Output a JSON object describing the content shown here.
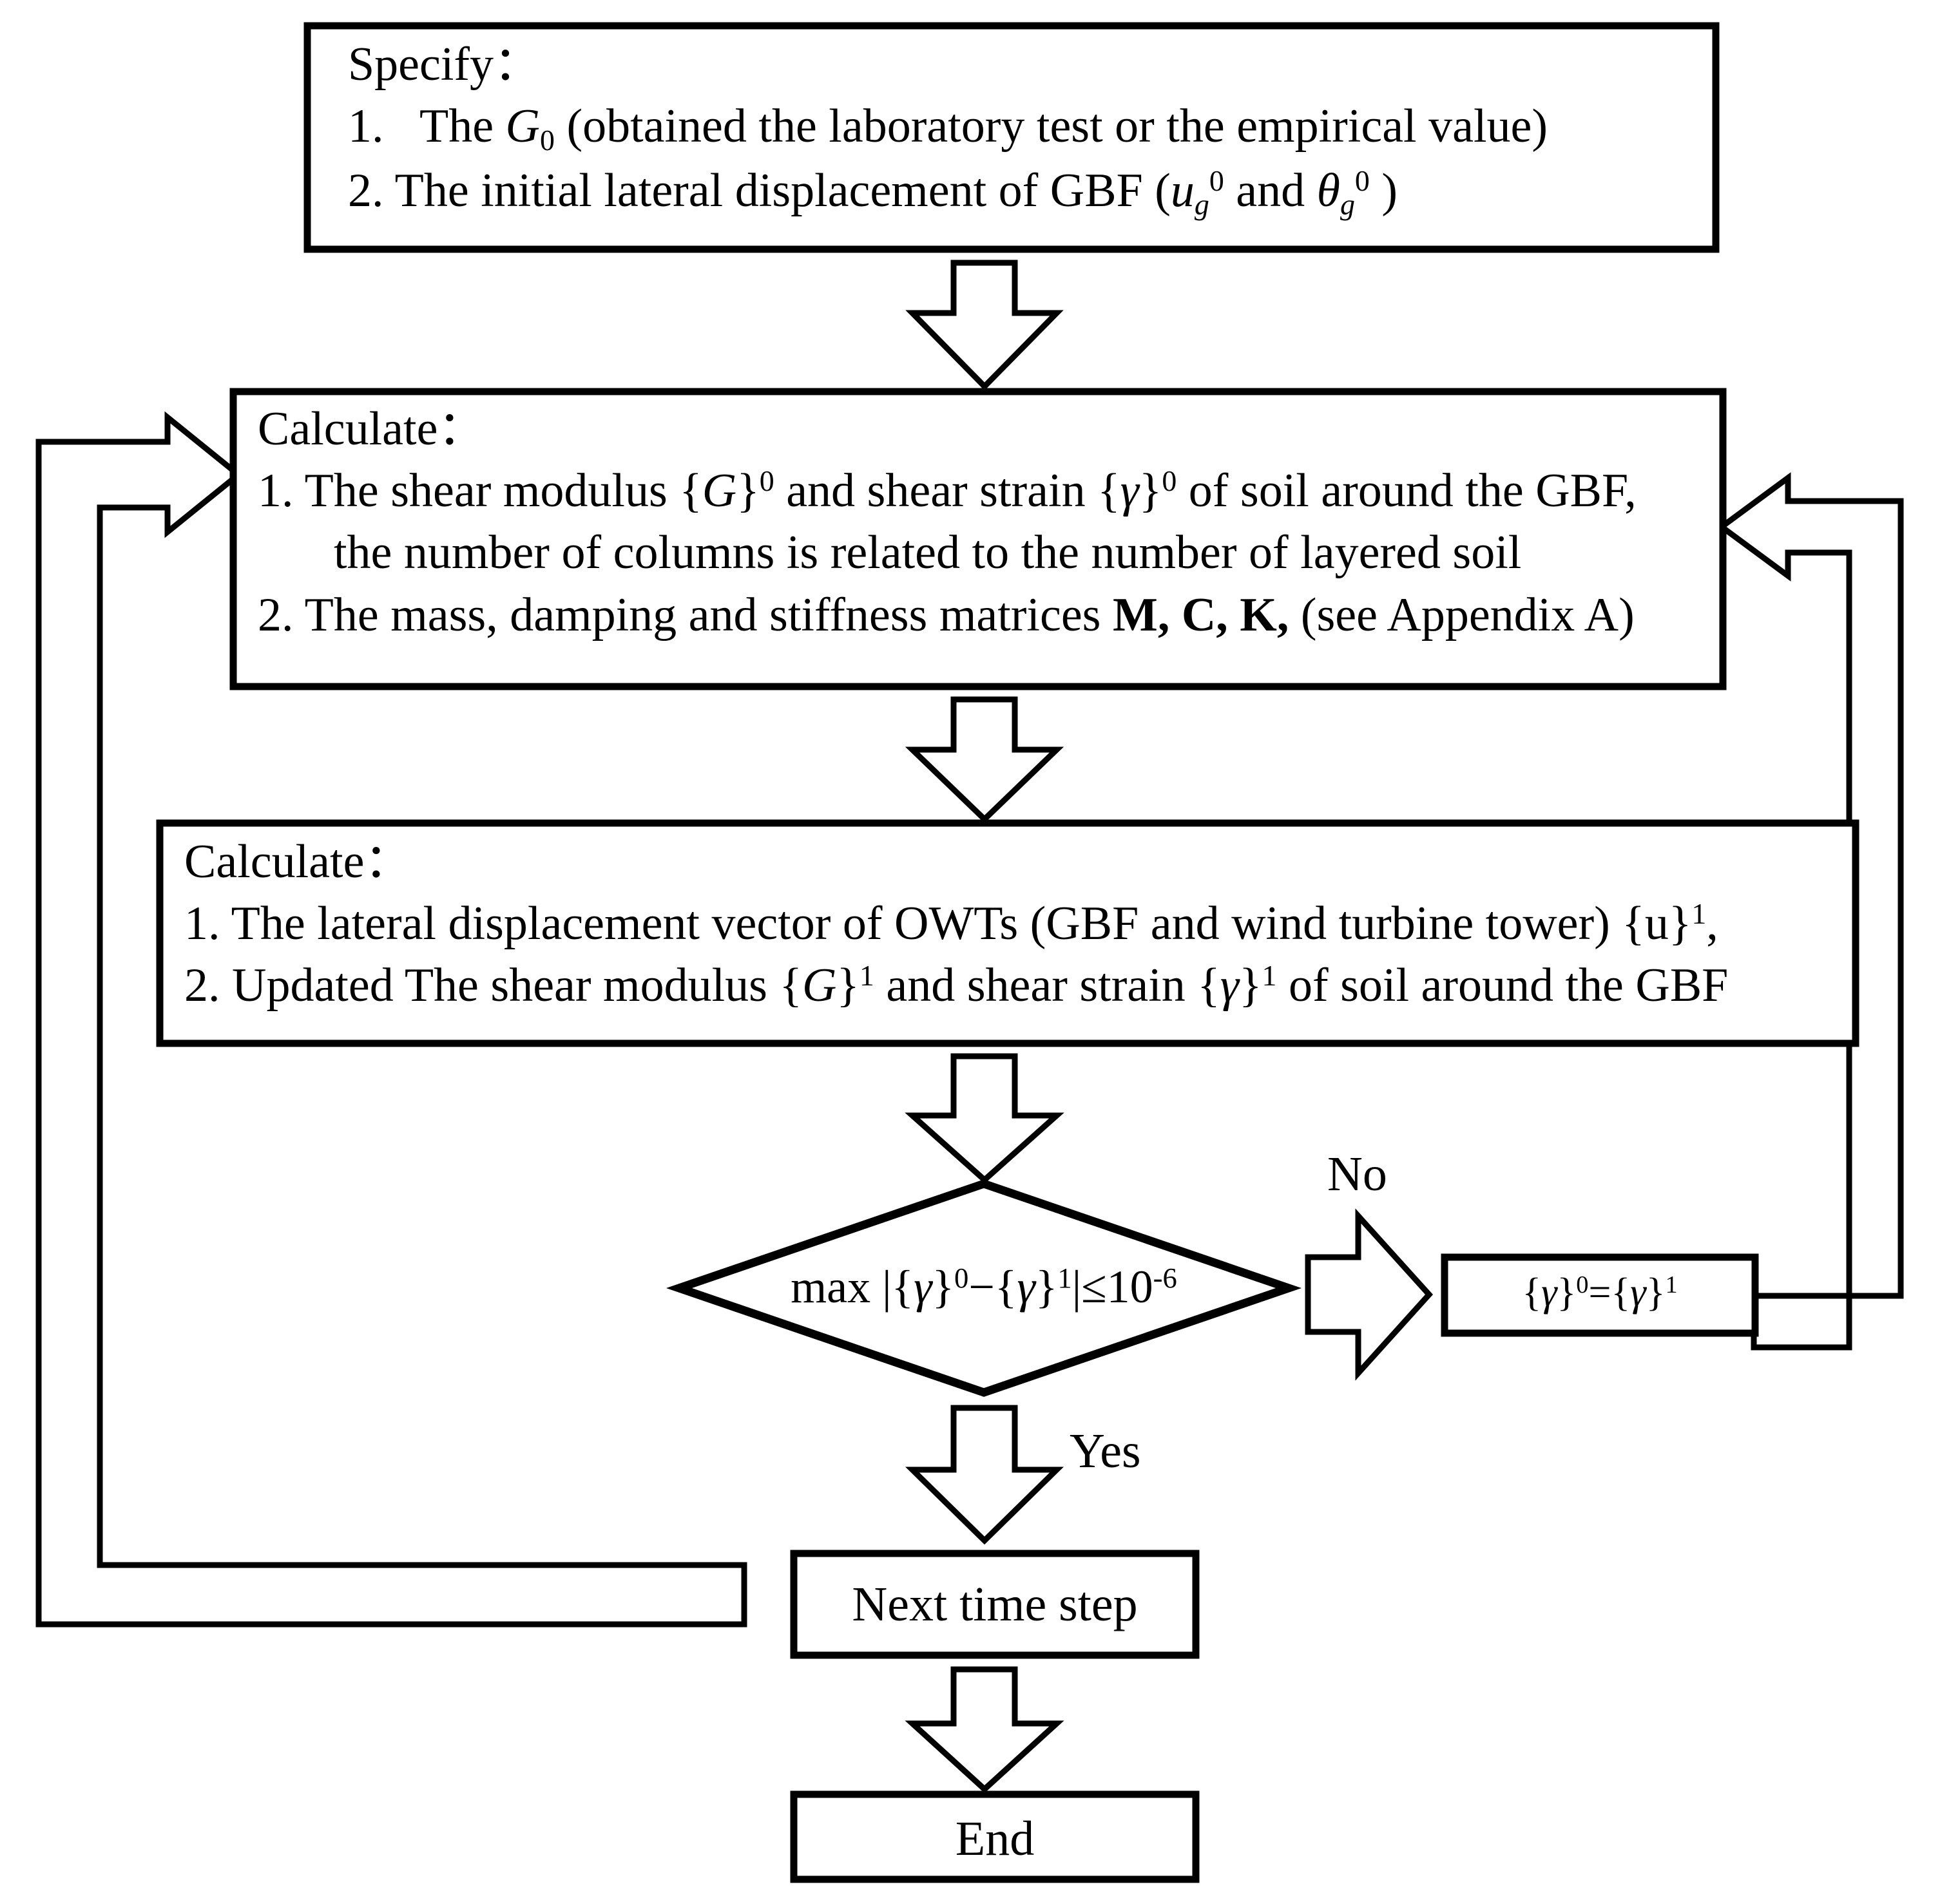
{
  "diagram": {
    "title": "Iterative procedure flowchart for OWT-GBF soil-structure interaction",
    "colors": {
      "stroke": "#000000",
      "fill": "#ffffff",
      "text": "#000000"
    },
    "nodes": {
      "specify_box": {
        "heading": "Specify：",
        "items": [
          {
            "number": "1.",
            "text_before": "The ",
            "symbol": "G",
            "symbol_sub": "0",
            "text_after": " (obtained the laboratory test or the empirical value)"
          },
          {
            "number": "2.",
            "text_before": " The initial lateral displacement of GBF (",
            "symbol": "u",
            "symbol_sub": "g",
            "symbol_sup": "0",
            "text_mid": " and ",
            "symbol2": "θ",
            "symbol2_sub": "g",
            "symbol2_sup": "0",
            "text_after": " )"
          }
        ]
      },
      "calculate_box_1": {
        "heading": "Calculate：",
        "line1_a": "1. The shear modulus {",
        "line1_sym1": "G",
        "line1_b": "}",
        "line1_sup1": "0",
        "line1_c": "  and shear strain {",
        "line1_sym2": "γ",
        "line1_d": "}",
        "line1_sup2": "0",
        "line1_e": " of soil around the GBF,",
        "line2": "the number of columns is related to the number of layered soil",
        "line3_a": "2. The mass, damping and stiffness matrices ",
        "line3_matrices": "M, C, K,",
        "line3_b": "  (see Appendix A)"
      },
      "calculate_box_2": {
        "heading": "Calculate：",
        "line1": "1. The lateral displacement vector of OWTs (GBF and wind turbine tower) {u}",
        "line1_sup": "1",
        "line1_tail": ",",
        "line2_a": "2. Updated The shear modulus {",
        "line2_sym1": "G",
        "line2_b": "}",
        "line2_sup1": "1",
        "line2_c": " and shear strain {",
        "line2_sym2": "γ",
        "line2_d": "}",
        "line2_sup2": "1",
        "line2_e": " of soil around the GBF"
      },
      "decision_diamond": {
        "prefix": "max |{",
        "sym1": "γ",
        "mid1": "}",
        "sup1": "0",
        "minus": "−{",
        "sym2": "γ",
        "mid2": "}",
        "sup2": "1",
        "compare": "|≤10",
        "sup3": "-6"
      },
      "update_box": {
        "open1": "{",
        "sym1": "γ",
        "close1": "}",
        "sup1": "0",
        "equals": "=",
        "open2": "{",
        "sym2": "γ",
        "close2": "}",
        "sup2": "1"
      },
      "next_time_step_box": {
        "label": "Next time step"
      },
      "end_box": {
        "label": "End"
      }
    },
    "branch_labels": {
      "no": "No",
      "yes": "Yes"
    },
    "connectors": [
      {
        "name": "specify-to-calculate1",
        "type": "block-arrow-down"
      },
      {
        "name": "calculate1-to-calculate2",
        "type": "block-arrow-down"
      },
      {
        "name": "calculate2-to-decision",
        "type": "block-arrow-down"
      },
      {
        "name": "decision-no-to-update",
        "type": "block-arrow-right"
      },
      {
        "name": "decision-yes-to-nexttimestep",
        "type": "block-arrow-down"
      },
      {
        "name": "nexttimestep-to-end",
        "type": "block-arrow-down"
      },
      {
        "name": "update-feedback-to-calculate1",
        "type": "pipe-loop-left-arrow"
      },
      {
        "name": "nexttimestep-feedback-to-calculate1",
        "type": "pipe-loop-right-arrow"
      }
    ]
  }
}
